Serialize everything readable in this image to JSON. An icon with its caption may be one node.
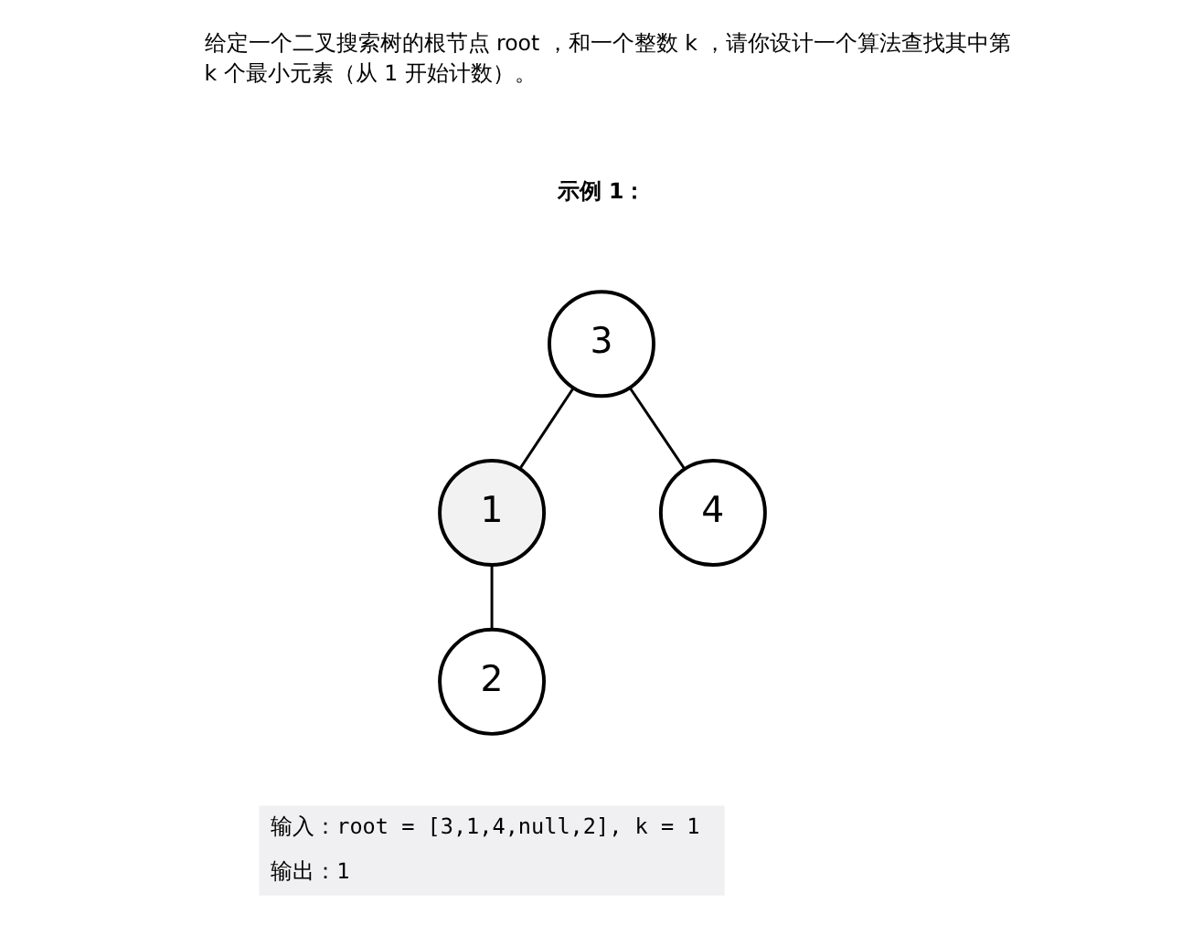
{
  "diagram": {
    "nodes": [
      {
        "text": [
          "3"
        ]
      },
      {
        "text": [
          "1"
        ]
      },
      {
        "text": [
          "4"
        ]
      },
      {
        "text": [
          "2"
        ]
      }
    ],
    "edges": [
      {
        "from": 0,
        "to": 1,
        "arrow": "none"
      },
      {
        "from": 0,
        "to": 2,
        "arrow": "none"
      },
      {
        "from": 1,
        "to": 3,
        "arrow": "none"
      }
    ],
    "labels": [
      "给定一个二叉搜索树的根节点 root ，和一个整数 k ，请你设计一个算法查找其中第 k 个最小元素（从 1 开始计数）。",
      "示例 1：",
      "输入：root = [3,1,4,null,2], k = 1",
      "输出：1"
    ]
  }
}
